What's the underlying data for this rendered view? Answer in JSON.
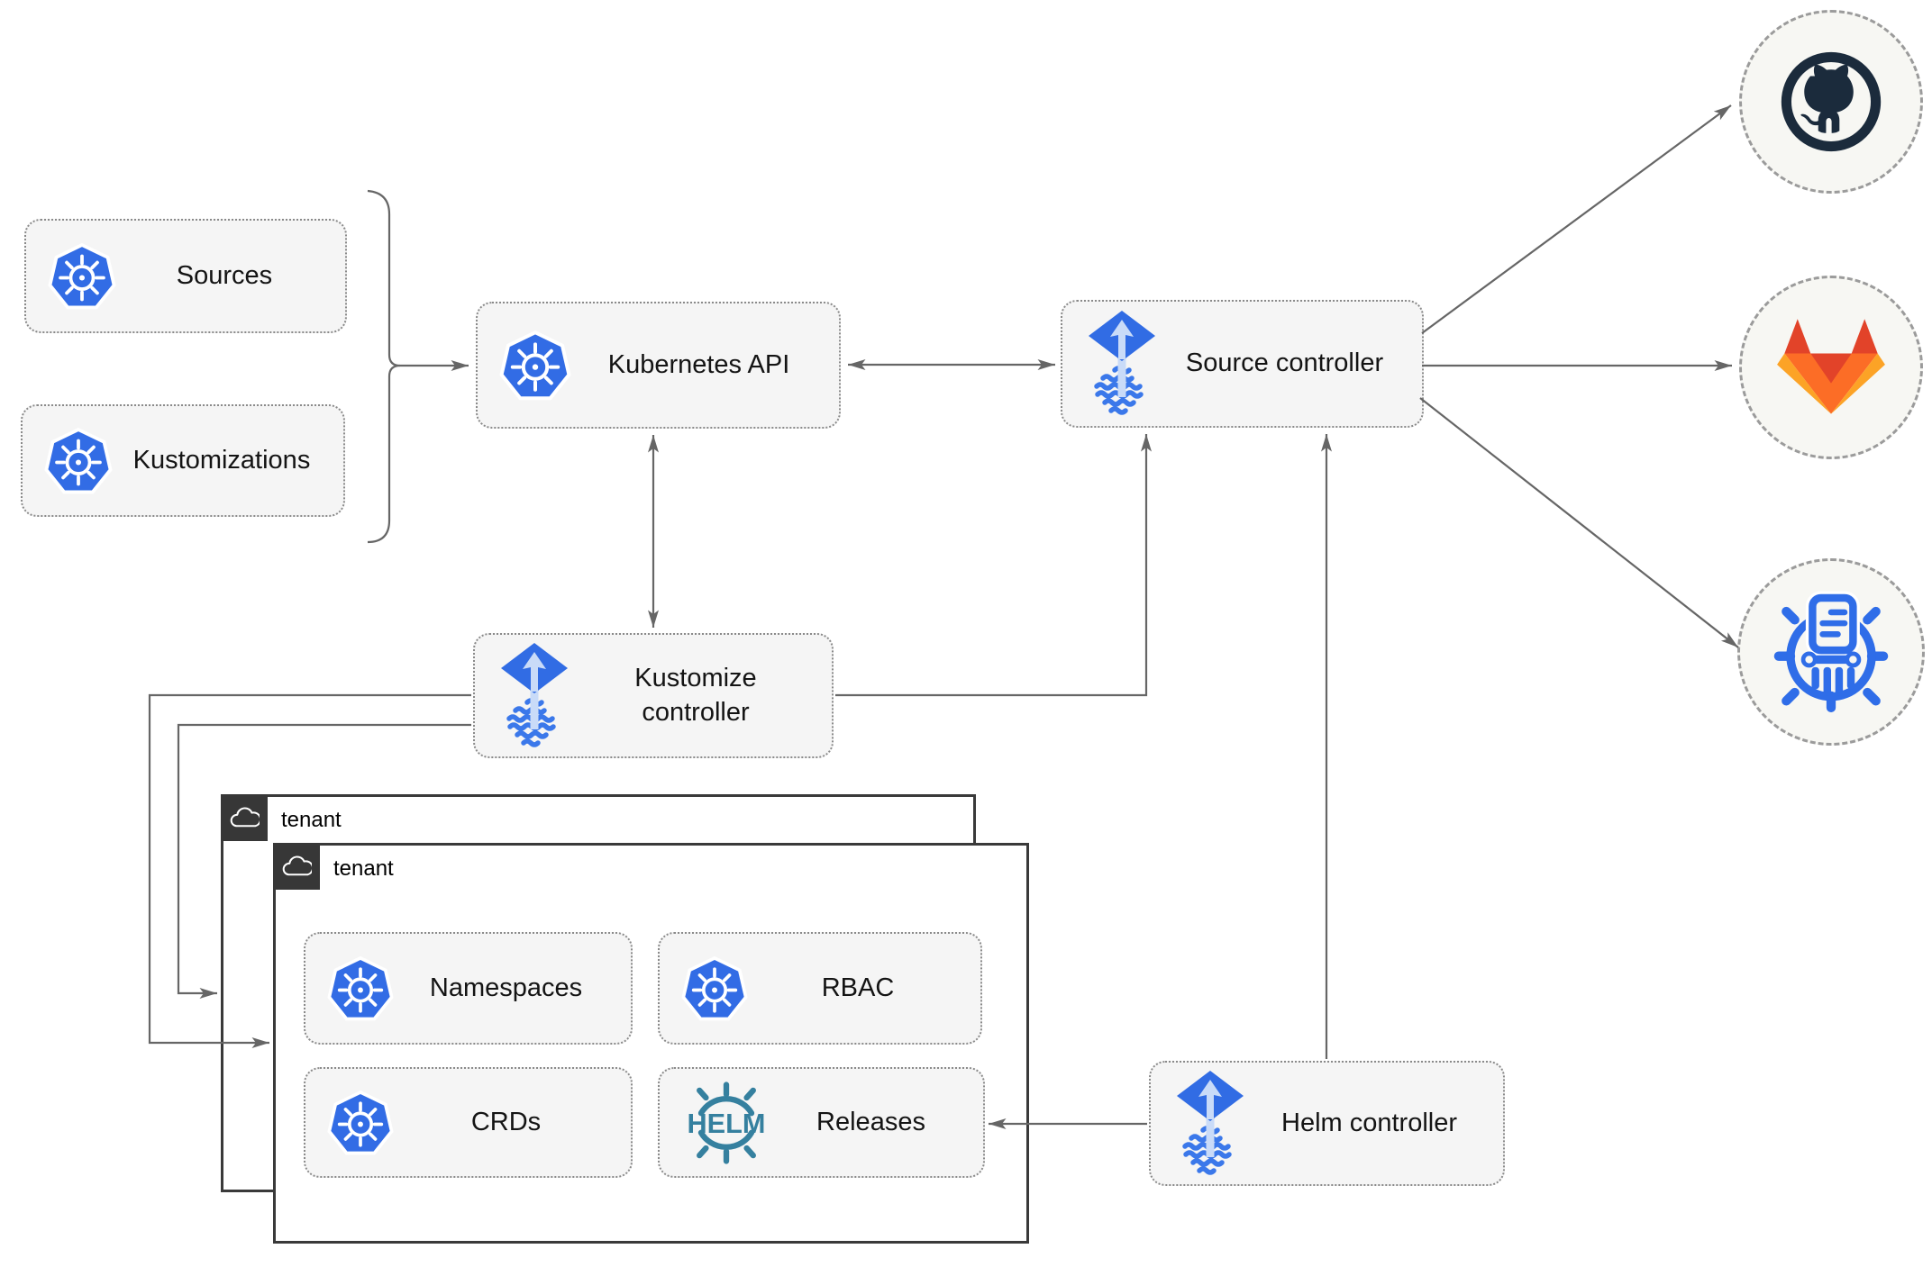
{
  "nodes": {
    "sources": {
      "label": "Sources",
      "icon": "kubernetes"
    },
    "kustomizations": {
      "label": "Kustomizations",
      "icon": "kubernetes"
    },
    "kubernetes_api": {
      "label": "Kubernetes API",
      "icon": "kubernetes"
    },
    "source_controller": {
      "label": "Source controller",
      "icon": "flux"
    },
    "kustomize_controller": {
      "label": "Kustomize controller",
      "icon": "flux"
    },
    "helm_controller": {
      "label": "Helm controller",
      "icon": "flux"
    },
    "tenant_back": {
      "label": "tenant",
      "icon": "cloud"
    },
    "tenant_front": {
      "label": "tenant",
      "icon": "cloud"
    },
    "namespaces": {
      "label": "Namespaces",
      "icon": "kubernetes"
    },
    "rbac": {
      "label": "RBAC",
      "icon": "kubernetes"
    },
    "crds": {
      "label": "CRDs",
      "icon": "kubernetes"
    },
    "releases": {
      "label": "Releases",
      "icon": "helm-wheel",
      "icon_text": "HELM"
    },
    "github": {
      "icon": "github"
    },
    "gitlab": {
      "icon": "gitlab"
    },
    "helm_repository": {
      "icon": "helm-repository"
    }
  },
  "edges": [
    {
      "id": "group-to-kubernetes-api",
      "from": "sources+kustomizations",
      "to": "kubernetes_api",
      "arrow": "end"
    },
    {
      "id": "kubernetes-api-source-controller",
      "from": "kubernetes_api",
      "to": "source_controller",
      "arrow": "both"
    },
    {
      "id": "kubernetes-api-kustomize-controller",
      "from": "kubernetes_api",
      "to": "kustomize_controller",
      "arrow": "both"
    },
    {
      "id": "kustomize-controller-to-source-controller",
      "from": "kustomize_controller",
      "to": "source_controller",
      "arrow": "end"
    },
    {
      "id": "helm-controller-to-source-controller",
      "from": "helm_controller",
      "to": "source_controller",
      "arrow": "end"
    },
    {
      "id": "source-controller-to-github",
      "from": "source_controller",
      "to": "github",
      "arrow": "end"
    },
    {
      "id": "source-controller-to-gitlab",
      "from": "source_controller",
      "to": "gitlab",
      "arrow": "end"
    },
    {
      "id": "source-controller-to-helm-repository",
      "from": "source_controller",
      "to": "helm_repository",
      "arrow": "end"
    },
    {
      "id": "kustomize-controller-to-tenant-front",
      "from": "kustomize_controller",
      "to": "tenant_front",
      "arrow": "end"
    },
    {
      "id": "kustomize-controller-to-tenant-back",
      "from": "kustomize_controller",
      "to": "tenant_back",
      "arrow": "end"
    },
    {
      "id": "helm-controller-to-releases",
      "from": "helm_controller",
      "to": "releases",
      "arrow": "end"
    }
  ],
  "colors": {
    "kubernetes_blue": "#326ce5",
    "flux_blue": "#316ce4",
    "flux_light_arrow": "#c9dbf8",
    "helm_teal": "#35809f",
    "github_dark": "#1b2b3c",
    "gitlab_red": "#e24329",
    "gitlab_orange": "#fc6d26",
    "gitlab_amber": "#fca326",
    "repo_icon_blue": "#2f6de8",
    "line_gray": "#666666",
    "node_fill": "#f5f5f5",
    "tenant_tab": "#373737"
  }
}
